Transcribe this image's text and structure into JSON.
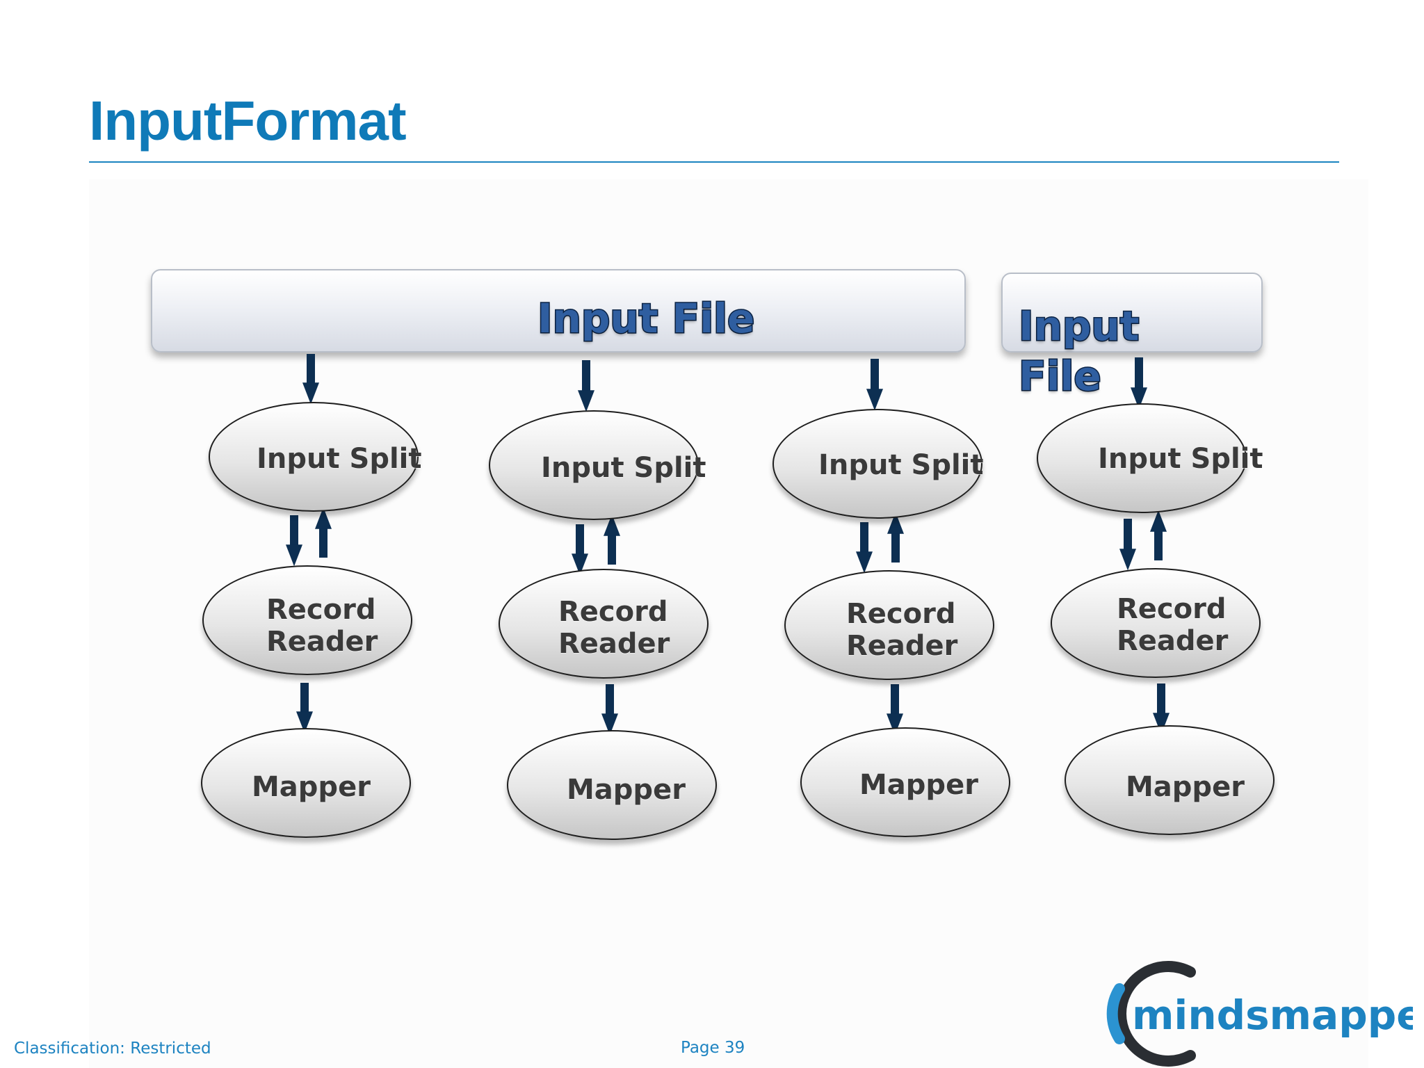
{
  "slide": {
    "title": "InputFormat"
  },
  "diagram": {
    "input_file_main": "Input File",
    "input_file_second": "Input File",
    "columns": [
      {
        "split": "Input Split",
        "record_reader": "Record Reader",
        "mapper": "Mapper"
      },
      {
        "split": "Input Split",
        "record_reader": "Record Reader",
        "mapper": "Mapper"
      },
      {
        "split": "Input Split",
        "record_reader": "Record Reader",
        "mapper": "Mapper"
      },
      {
        "split": "Input Split",
        "record_reader": "Record Reader",
        "mapper": "Mapper"
      }
    ]
  },
  "footer": {
    "classification": "Classification: Restricted",
    "page": "Page 39"
  },
  "logo": {
    "text": "mindsmapped"
  },
  "colors": {
    "title": "#0f7ab8",
    "footer_text": "#1d83c1",
    "arrow": "#0d2f52",
    "node_text": "#3a3a3a"
  }
}
